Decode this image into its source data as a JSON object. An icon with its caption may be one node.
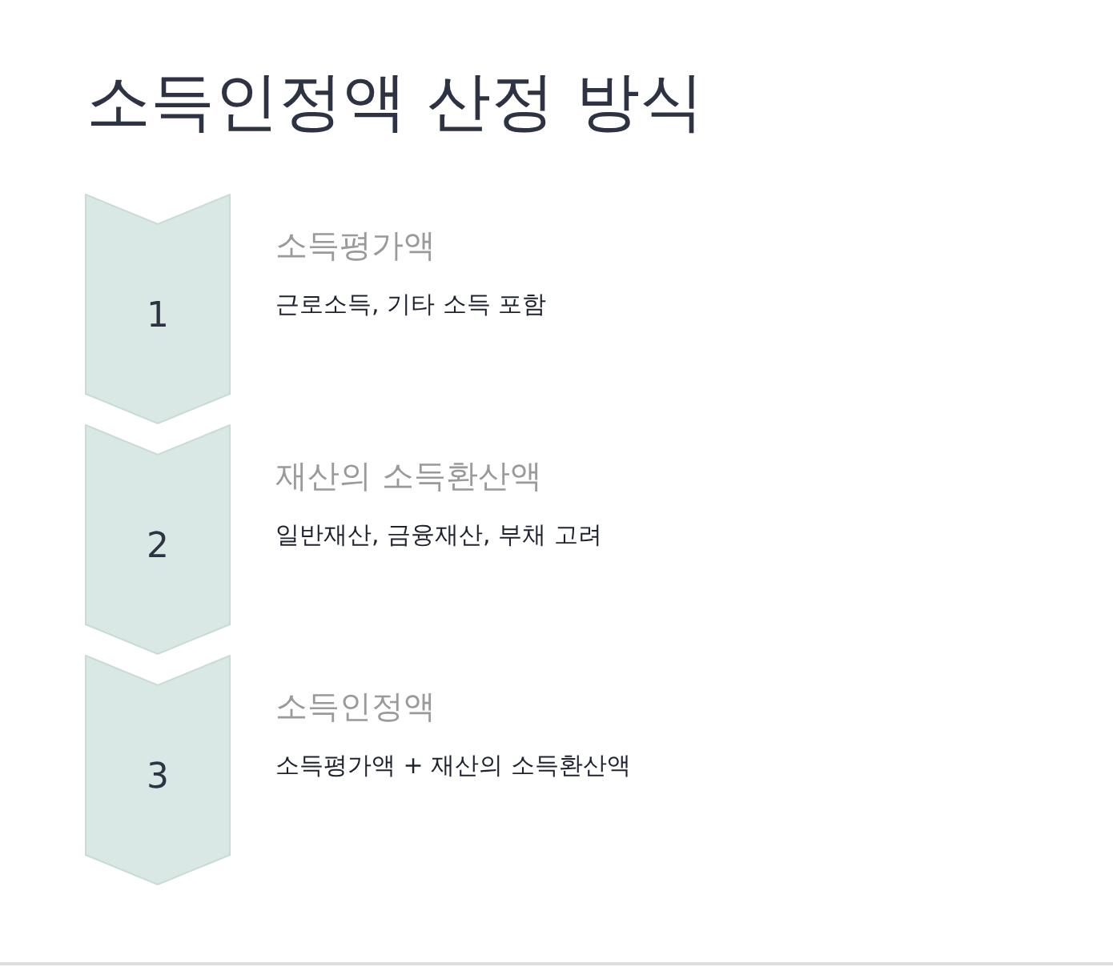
{
  "diagram": {
    "title": "소득인정액 산정 방식",
    "nodes": [
      {
        "text": [
          "1"
        ],
        "beside": [
          "소득평가액",
          "근로소득, 기타 소득 포함"
        ]
      },
      {
        "text": [
          "2"
        ],
        "beside": [
          "재산의 소득환산액",
          "일반재산, 금융재산, 부채 고려"
        ]
      },
      {
        "text": [
          "3"
        ],
        "beside": [
          "소득인정액",
          "소득평가액 + 재산의 소득환산액"
        ]
      }
    ]
  }
}
